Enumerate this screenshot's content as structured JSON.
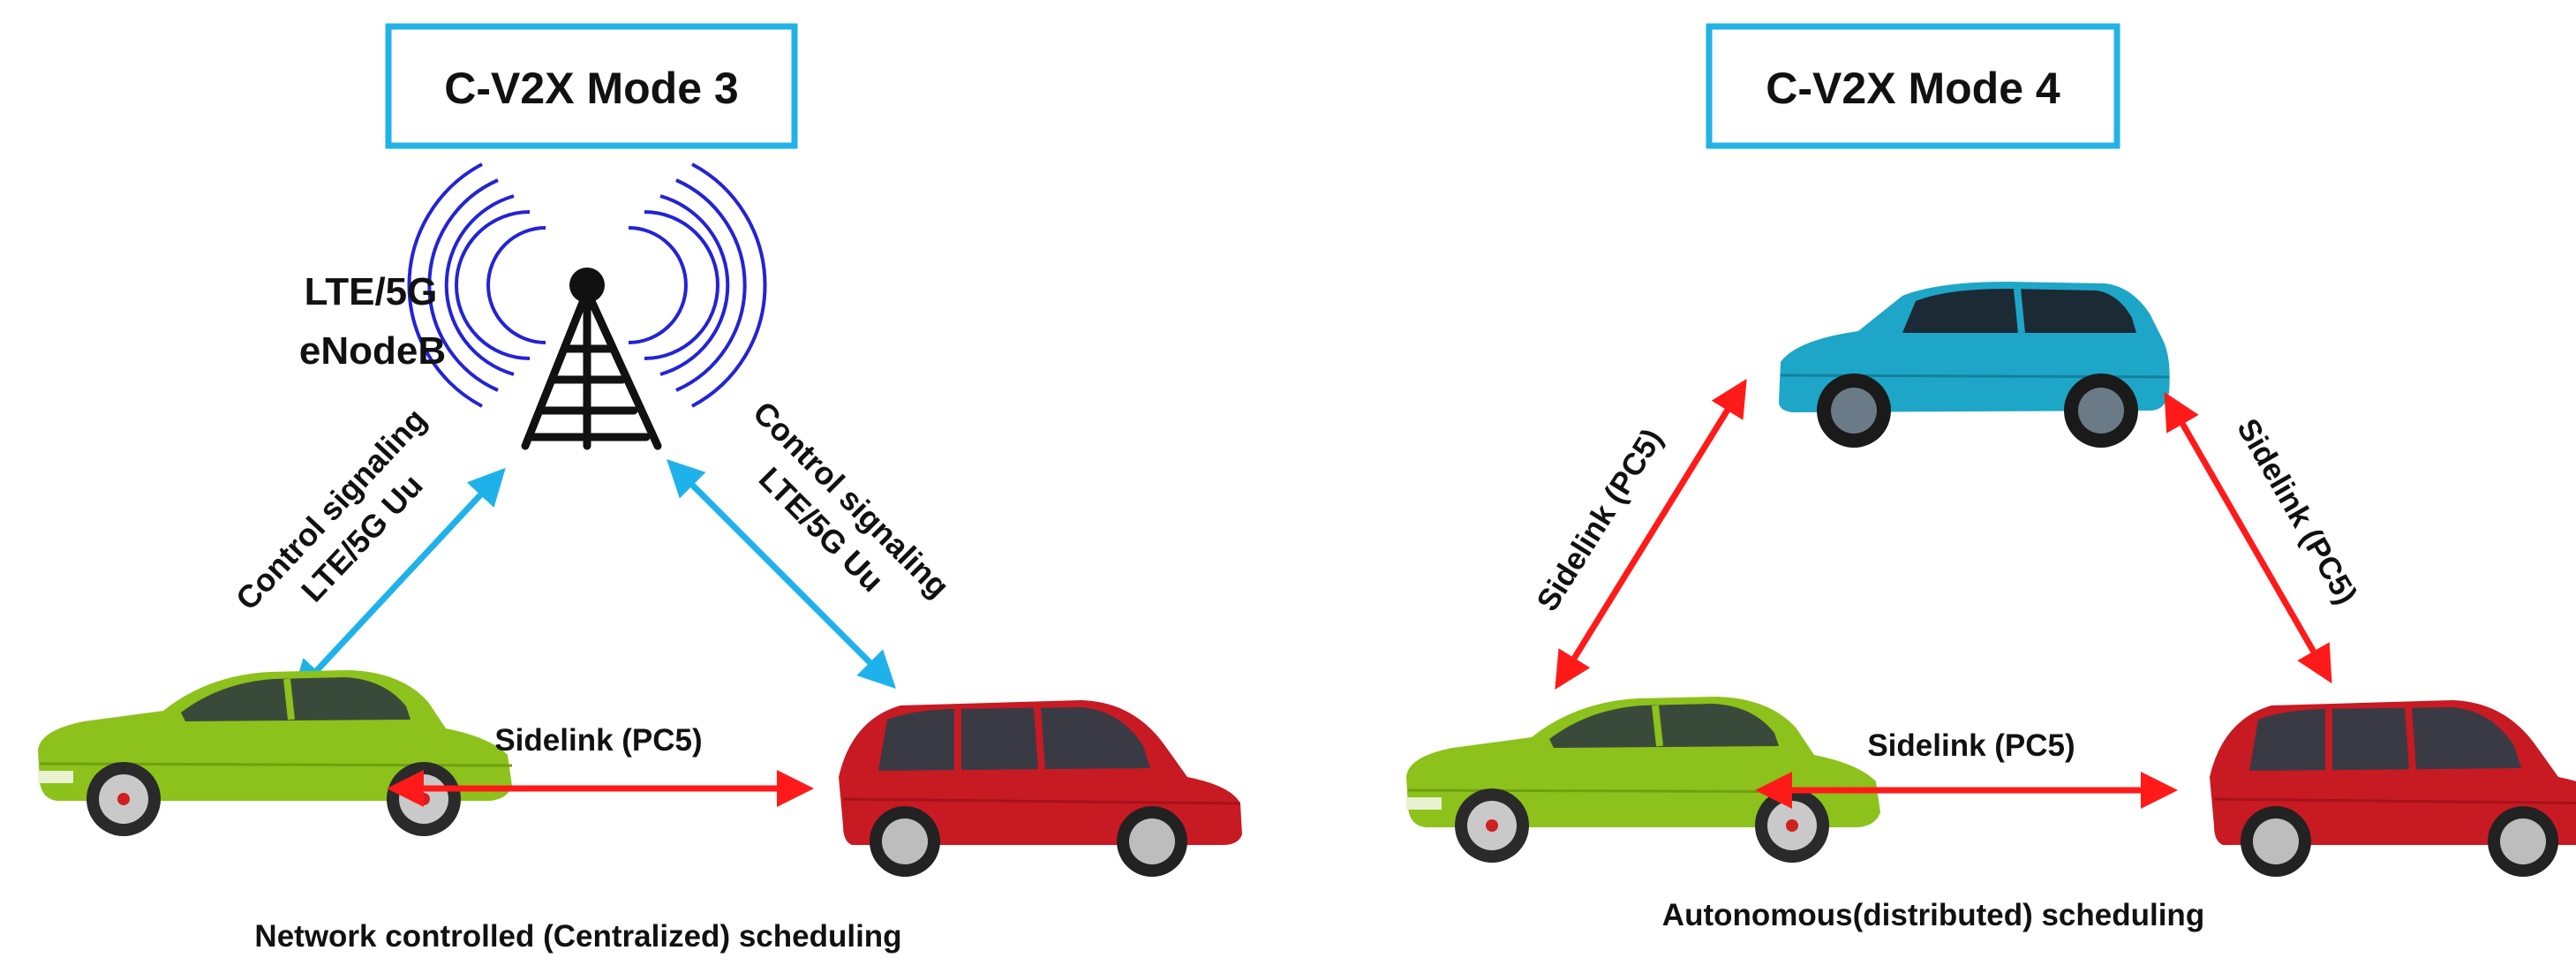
{
  "mode3": {
    "title": "C-V2X Mode 3",
    "tower_label_line1": "LTE/5G",
    "tower_label_line2": "eNodeB",
    "left_link_line1": "Control signaling",
    "left_link_line2": "LTE/5G Uu",
    "right_link_line1": "Control signaling",
    "right_link_line2": "LTE/5G Uu",
    "sidelink_label": "Sidelink (PC5)",
    "caption": "Network controlled (Centralized) scheduling"
  },
  "mode4": {
    "title": "C-V2X Mode 4",
    "left_sidelink_label": "Sidelink (PC5)",
    "right_sidelink_label": "Sidelink (PC5)",
    "bottom_sidelink_label": "Sidelink (PC5)",
    "caption": "Autonomous(distributed) scheduling"
  },
  "colors": {
    "title_border": "#22b2e8",
    "control_arrow": "#1fb2ea",
    "sidelink_arrow": "#ff1a1a",
    "antenna_wave": "#2323d6",
    "green_car": "#8cc21b",
    "red_car": "#c81a22",
    "blue_car": "#1ea6c8"
  }
}
